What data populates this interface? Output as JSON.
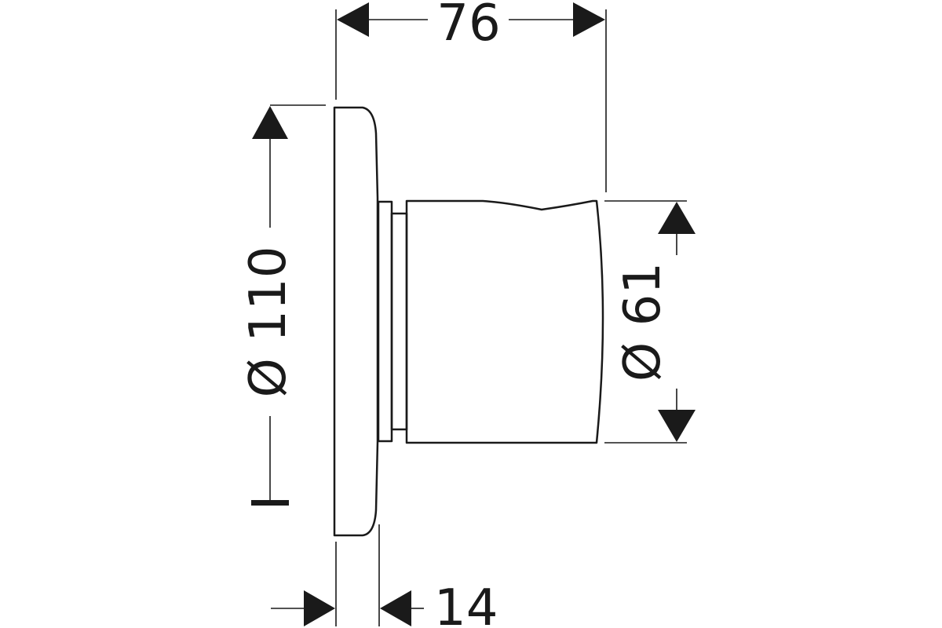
{
  "dimensions": {
    "overall_depth": "76",
    "plate_diameter": "Ø 110",
    "handle_diameter": "Ø 61",
    "plate_thickness": "14"
  }
}
